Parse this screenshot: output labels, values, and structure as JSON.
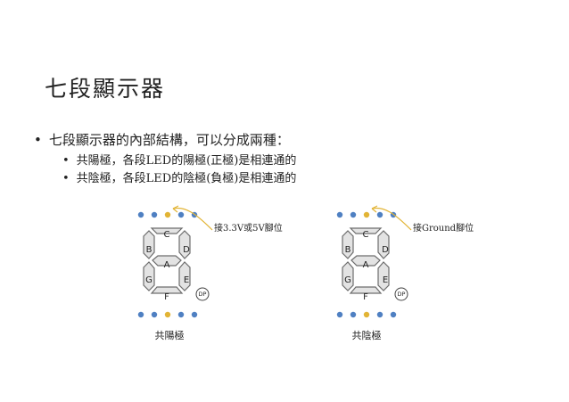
{
  "title": "七段顯示器",
  "bullet_main": "七段顯示器的內部結構，可以分成兩種：",
  "bullets_sub": [
    "共陽極，各段LED的陽極(正極)是相連通的",
    "共陰極，各段LED的陰極(負極)是相連通的"
  ],
  "bullet_glyph": "•",
  "displays": [
    {
      "segments": {
        "top": "C",
        "upper_left": "B",
        "upper_right": "D",
        "middle": "A",
        "lower_left": "G",
        "lower_right": "E",
        "bottom": "F"
      },
      "dp_label": "DP",
      "annotation": "接3.3V或5V腳位",
      "caption": "共陽極"
    },
    {
      "segments": {
        "top": "C",
        "upper_left": "B",
        "upper_right": "D",
        "middle": "A",
        "lower_left": "G",
        "lower_right": "E",
        "bottom": "F"
      },
      "dp_label": "DP",
      "annotation": "接Ground腳位",
      "caption": "共陰極"
    }
  ],
  "colors": {
    "pin": "#4f80c2",
    "common_pin": "#e2b435",
    "segment_fill": "#e3e3e3"
  }
}
